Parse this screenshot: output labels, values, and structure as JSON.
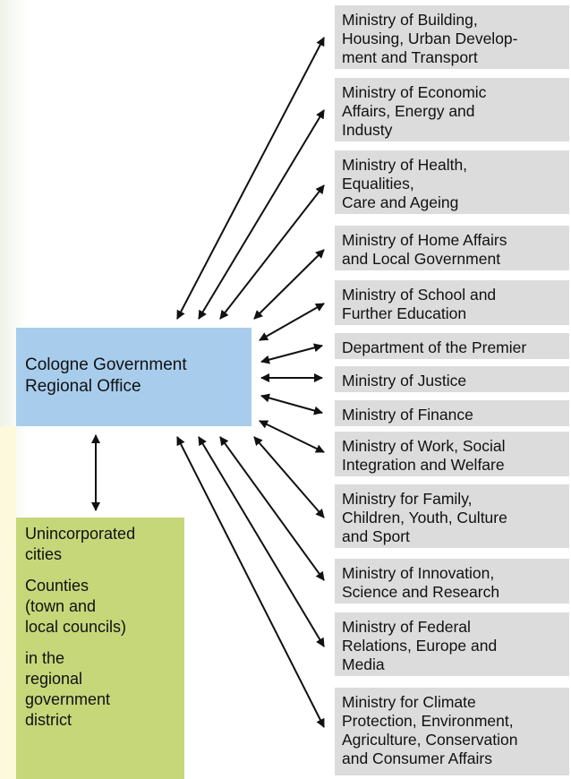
{
  "regional_office": {
    "label": "Cologne Government\nRegional Office"
  },
  "local_box": {
    "lines": [
      "Unincorporated\ncities",
      "Counties\n(town and\nlocal councils)",
      "in the\nregional\ngovernment\ndistrict"
    ]
  },
  "ministries": [
    "Ministry of Building,\nHousing, Urban Develop-\nment and Transport",
    "Ministry of Economic\nAffairs, Energy and\nIndusty",
    "Ministry of Health,\nEqualities,\nCare and Ageing",
    "Ministry of Home Affairs\nand Local Government",
    "Ministry of School and\nFurther Education",
    "Department of the Premier",
    "Ministry of Justice",
    "Ministry of Finance",
    "Ministry of Work, Social\nIntegration and Welfare",
    "Ministry for Family,\nChildren, Youth, Culture\nand Sport",
    "Ministry of Innovation,\nScience and Research",
    "Ministry of Federal\nRelations, Europe and\nMedia",
    "Ministry for Climate\nProtection, Environment,\nAgriculture, Conservation\nand Consumer Affairs"
  ],
  "colors": {
    "ministry_box": "#dcdcdc",
    "regional_box": "#a8cdec",
    "local_box": "#c6d77a",
    "arrow": "#111111"
  }
}
